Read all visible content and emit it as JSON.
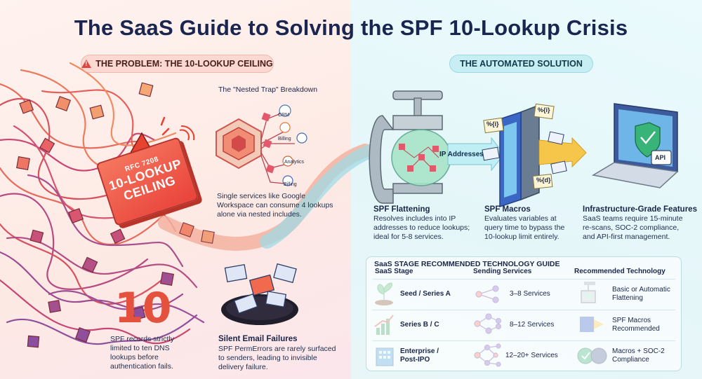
{
  "title": "The SaaS Guide to Solving the SPF 10-Lookup Crisis",
  "problem": {
    "pill": "THE PROBLEM: THE 10-LOOKUP CEILING",
    "pill_icon": "warning-triangle-icon",
    "ceiling": {
      "rfc": "RFC 7208",
      "line1": "10-LOOKUP",
      "line2": "CEILING"
    },
    "nested": {
      "heading": "The \"Nested Trap\" Breakdown",
      "services": [
        "CRM",
        "Billing",
        "Analytics",
        "Billing"
      ],
      "text": "Single services like Google Workspace can consume 4 lookups alone via nested includes."
    },
    "limit": {
      "number": "10",
      "text": "SPF records strictly limited to ten DNS lookups before authentication fails."
    },
    "silent": {
      "heading": "Silent Email Failures",
      "text": "SPF PermErrors are rarely surfaced to senders, leading to invisible delivery failure."
    }
  },
  "solution": {
    "pill": "THE AUTOMATED SOLUTION",
    "ip_label": "IP Addresses",
    "macro_tags": [
      "%{i}",
      "%{i}",
      "%{d}"
    ],
    "api_label": "API",
    "features": [
      {
        "heading": "SPF Flattening",
        "text": "Resolves includes into IP addresses to reduce lookups; ideal for 5-8 services."
      },
      {
        "heading": "SPF Macros",
        "text": "Evaluates variables at query time to bypass the 10-lookup limit entirely."
      },
      {
        "heading": "Infrastructure-Grade Features",
        "text": "SaaS teams require 15-minute re-scans, SOC-2 compliance, and API-first management."
      }
    ]
  },
  "guide": {
    "title": "SaaS STAGE RECOMMENDED TECHNOLOGY GUIDE",
    "headers": [
      "SaaS Stage",
      "Sending Services",
      "Recommended Technology"
    ],
    "rows": [
      {
        "stage": "Seed / Series A",
        "services": "3–8 Services",
        "tech": "Basic or Automatic Flattening",
        "stage_icon": "seedling-icon",
        "tech_icon": "clamp-icon"
      },
      {
        "stage": "Series B / C",
        "services": "8–12 Services",
        "tech": "SPF Macros Recommended",
        "stage_icon": "growth-chart-icon",
        "tech_icon": "macro-server-icon"
      },
      {
        "stage": "Enterprise / Post-IPO",
        "services": "12–20+ Services",
        "tech": "Macros + SOC-2 Compliance",
        "stage_icon": "office-building-icon",
        "tech_icon": "api-shield-icon"
      }
    ]
  },
  "colors": {
    "problem_red": "#e9433a",
    "solution_teal": "#2bb3c6",
    "navy": "#1a2550"
  }
}
